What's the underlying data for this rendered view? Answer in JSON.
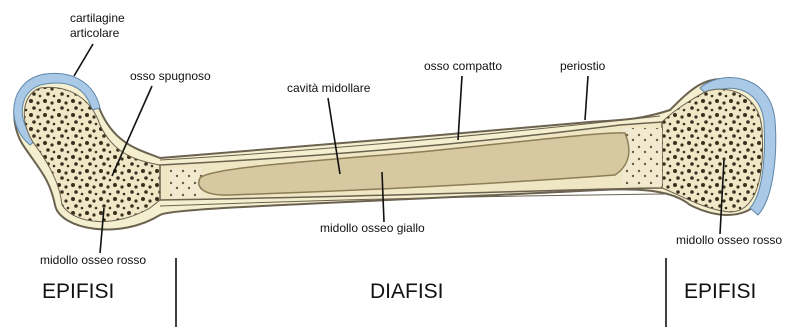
{
  "diagram": {
    "colors": {
      "cartilage": "#a9c9e6",
      "bone_fill": "#f4efcf",
      "bone_outline": "#6b6250",
      "spongy_dots": "#3a2e1e",
      "yellow_marrow": "#d6c9a1"
    },
    "labels": {
      "cartilage": "cartilagine articolare",
      "spongy": "osso spugnoso",
      "medullary": "cavità midollare",
      "compact": "osso compatto",
      "periosteum": "periostio",
      "yellow_marrow": "midollo osseo giallo",
      "red_marrow_left": "midollo osseo rosso",
      "red_marrow_right": "midollo osseo rosso"
    },
    "regions": {
      "epiphysis_left": "EPIFISI",
      "diaphysis": "DIAFISI",
      "epiphysis_right": "EPIFISI"
    }
  }
}
